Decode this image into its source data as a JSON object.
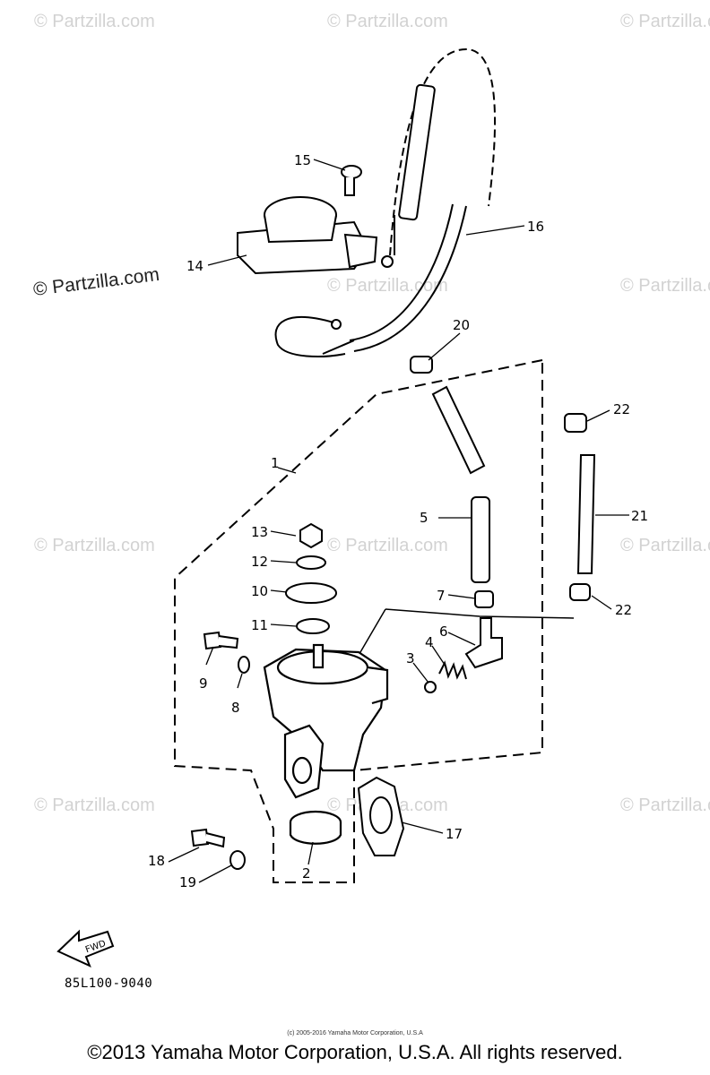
{
  "watermark": "© Partzilla.com",
  "callouts": {
    "c1": "1",
    "c2": "2",
    "c3": "3",
    "c4": "4",
    "c5": "5",
    "c6": "6",
    "c7": "7",
    "c8": "8",
    "c9": "9",
    "c10": "10",
    "c11": "11",
    "c12": "12",
    "c13": "13",
    "c14": "14",
    "c15": "15",
    "c16": "16",
    "c17": "17",
    "c18": "18",
    "c19": "19",
    "c20": "20",
    "c21": "21",
    "c22a": "22",
    "c22b": "22"
  },
  "fwd_label": "FWD",
  "part_code": "85L100-9040",
  "small_copyright": "(c) 2005-2016 Yamaha Motor Corporation, U.S.A",
  "copyright": "©2013 Yamaha Motor Corporation, U.S.A. All rights reserved."
}
